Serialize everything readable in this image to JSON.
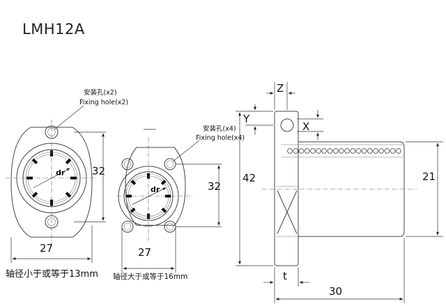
{
  "title": "LMH12A",
  "left_view": {
    "fixing_label_cn": "安装孔(x2)",
    "fixing_label_en": "Fixing hole(x2)",
    "dim_height": "32",
    "dim_width": "27",
    "dr_label": "dr",
    "caption": "轴径小于或等于13mm"
  },
  "mid_view": {
    "fixing_label_cn": "安装孔(x4)",
    "fixing_label_en": "Fixing hole(x4)",
    "dim_height": "32",
    "dim_width": "27",
    "dr_label": "dr",
    "caption": "轴径大于或等于16mm"
  },
  "side_view": {
    "dim_z": "Z",
    "dim_y": "Y",
    "dim_x": "X",
    "dim_overall_height": "42",
    "dim_body_diameter": "21",
    "dim_flange_t": "t",
    "dim_length": "30"
  }
}
